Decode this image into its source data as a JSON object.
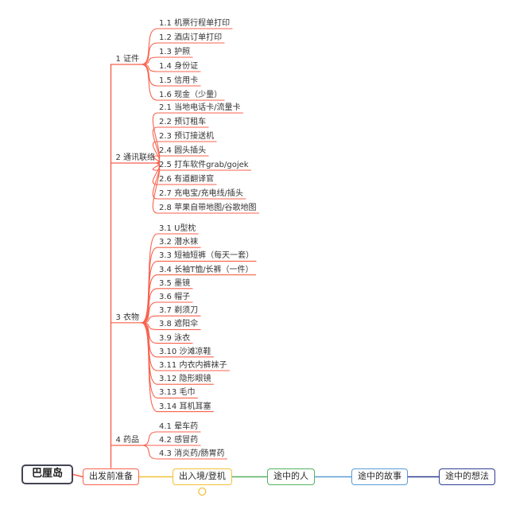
{
  "root": {
    "label": "巴厘岛"
  },
  "main_topics": [
    {
      "label": "出发前准备",
      "color": "#f8624e"
    },
    {
      "label": "出入境/登机",
      "color": "#f2c138",
      "badge": "collapsed-indicator"
    },
    {
      "label": "途中的人",
      "color": "#55b25f"
    },
    {
      "label": "途中的故事",
      "color": "#5b9bd5"
    },
    {
      "label": "途中的想法",
      "color": "#2e3d94"
    }
  ],
  "preparation_branch": {
    "line_color": "#f8624e",
    "groups": [
      {
        "label": "1 证件",
        "children": [
          "1.1 机票行程单打印",
          "1.2 酒店订单打印",
          "1.3 护照",
          "1.4 身份证",
          "1.5 信用卡",
          "1.6 现金（少量）"
        ]
      },
      {
        "label": "2 通讯联络",
        "children": [
          "2.1 当地电话卡/流量卡",
          "2.2 预订租车",
          "2.3 预订接送机",
          "2.4 圆头插头",
          "2.5 打车软件grab/gojek",
          "2.6 有道翻译官",
          "2.7 充电宝/充电线/插头",
          "2.8 苹果自带地图/谷歌地图"
        ]
      },
      {
        "label": "3 衣物",
        "children": [
          "3.1 U型枕",
          "3.2 潜水袜",
          "3.3 短袖短裤（每天一套）",
          "3.4 长袖T恤/长裤（一件）",
          "3.5 墨镜",
          "3.6 帽子",
          "3.7 剃须刀",
          "3.8 遮阳伞",
          "3.9 泳衣",
          "3.10 沙滩凉鞋",
          "3.11 内衣内裤袜子",
          "3.12 隐形眼镜",
          "3.13 毛巾",
          "3.14 耳机耳塞"
        ]
      },
      {
        "label": "4 药品",
        "children": [
          "4.1 晕车药",
          "4.2 感冒药",
          "4.3 消炎药/肠胃药"
        ]
      }
    ]
  }
}
